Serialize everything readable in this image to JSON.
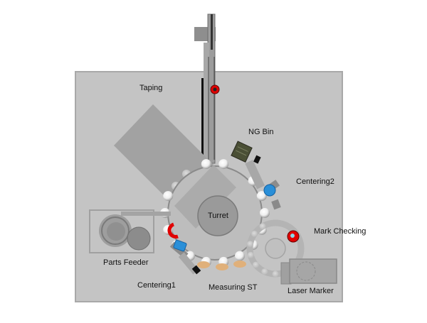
{
  "diagram": {
    "type": "machine-layout",
    "labels": {
      "taping": "Taping",
      "ng_bin": "NG Bin",
      "centering2": "Centering2",
      "turret": "Turret",
      "mark_checking": "Mark Checking",
      "parts_feeder": "Parts Feeder",
      "centering1": "Centering1",
      "measuring_st": "Measuring ST",
      "laser_marker": "Laser Marker"
    },
    "colors": {
      "base_plate": "#c4c4c4",
      "dark_block": "#a2a2a2",
      "turret_ring": "#bdbdbd",
      "turret_hub": "#9a9a9a",
      "sensor_red": "#e00000",
      "centering_blue": "#2a8fd8",
      "ng_bin": "#4a4f35",
      "measuring_tip": "#e0b07a"
    }
  }
}
